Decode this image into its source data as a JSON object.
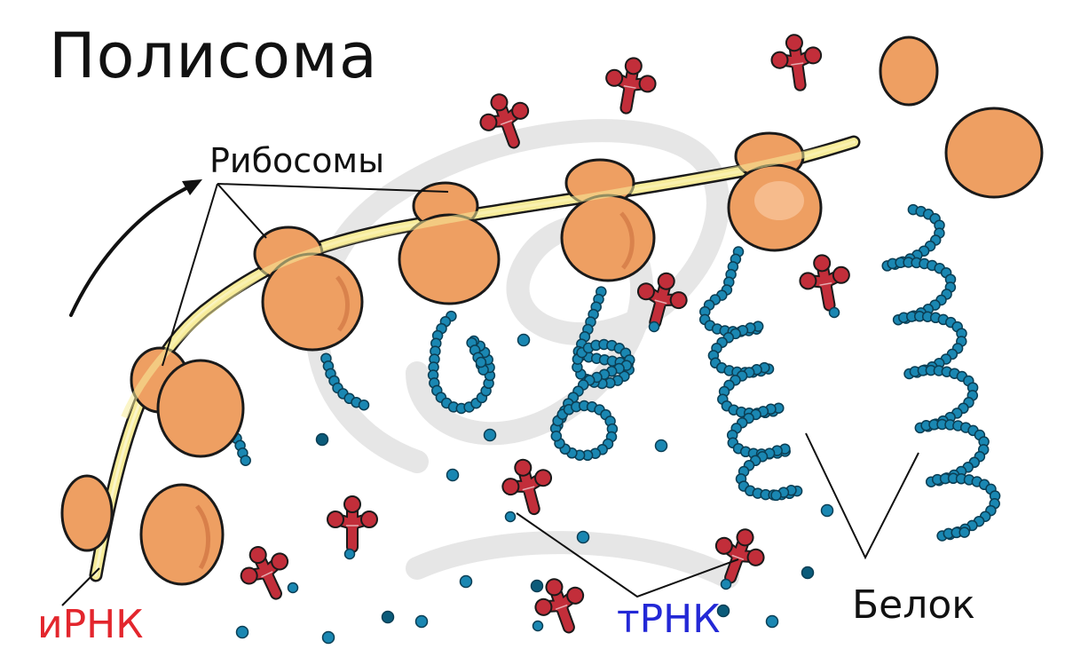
{
  "title": "Полисома",
  "labels": {
    "ribosomes": "Рибосомы",
    "mrna": "иРНК",
    "trna": "тРНК",
    "protein": "Белок"
  },
  "colors": {
    "ribosome_fill": "#ee9f62",
    "ribosome_stroke": "#1a1a1a",
    "mrna_fill": "#f7ec9a",
    "protein_bead": "#1a87b2",
    "protein_bead_dark": "#0b5b7a",
    "trna_fill": "#c22e3a",
    "mrna_label": "#e3262d",
    "trna_label": "#2328d6",
    "watermark": "#e6e6e6"
  }
}
